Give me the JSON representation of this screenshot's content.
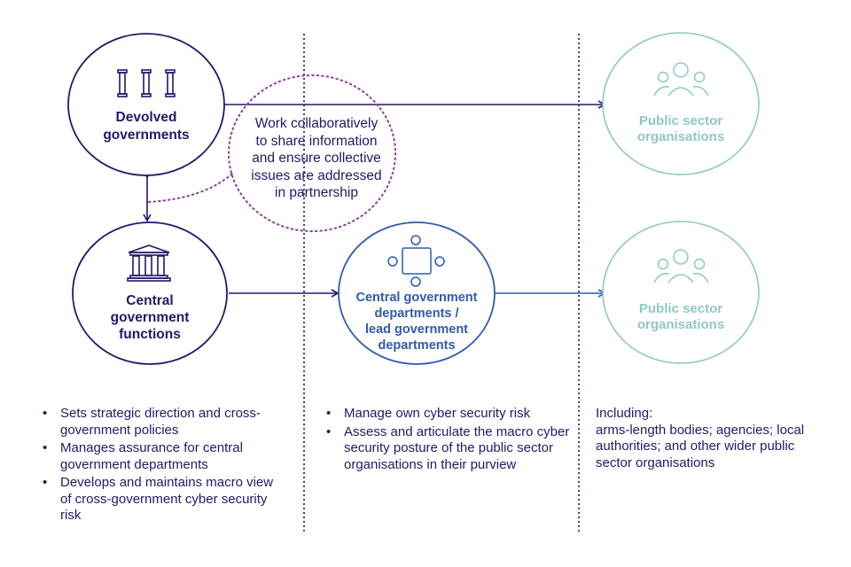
{
  "colors": {
    "navy": "#1f1a6b",
    "blue": "#2e5bb0",
    "teal": "#8dc8c4",
    "purple_dotted": "#8a3d9a",
    "divider": "#4a3f8a"
  },
  "nodes": {
    "devolved": {
      "label_line1": "Devolved",
      "label_line2": "governments",
      "icon": "three-pillars-icon"
    },
    "central_functions": {
      "label_line1": "Central",
      "label_line2": "government",
      "label_line3": "functions",
      "icon": "government-building-icon"
    },
    "central_departments": {
      "label_line1": "Central government",
      "label_line2": "departments /",
      "label_line3": "lead government",
      "label_line4": "departments",
      "icon": "meeting-table-icon"
    },
    "public_sector_top": {
      "label_line1": "Public sector",
      "label_line2": "organisations",
      "icon": "people-group-icon"
    },
    "public_sector_bottom": {
      "label_line1": "Public sector",
      "label_line2": "organisations",
      "icon": "people-group-icon"
    }
  },
  "collaboration": {
    "line1": "Work collaboratively",
    "line2": "to share information",
    "line3": "and ensure collective",
    "line4": "issues are addressed",
    "line5": "in partnership"
  },
  "columns": {
    "left": {
      "bullets": [
        "Sets strategic direction and cross-government policies",
        "Manages assurance for central government departments",
        "Develops and maintains macro view of cross-government cyber security risk"
      ]
    },
    "middle": {
      "bullets": [
        "Manage own cyber security risk",
        "Assess and articulate the macro cyber security posture of the public sector organisations in their purview"
      ]
    },
    "right": {
      "heading": "Including:",
      "text": "arms-length bodies; agencies; local authorities; and other wider public sector organisations"
    }
  },
  "bullet_glyph": "•"
}
